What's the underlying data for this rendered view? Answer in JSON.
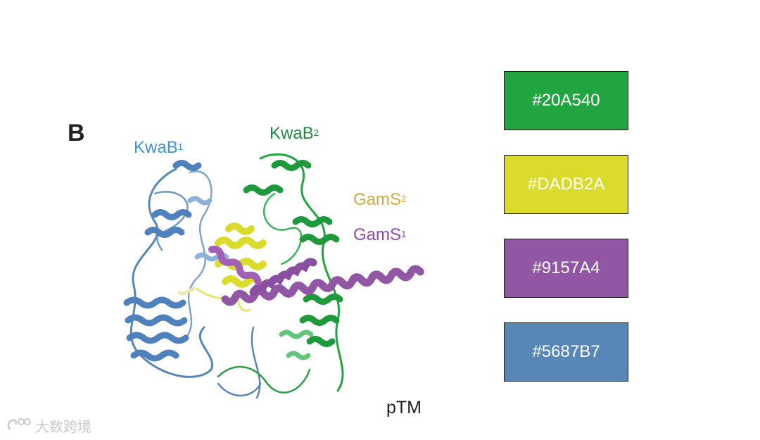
{
  "panel": {
    "letter": "B"
  },
  "chains": {
    "kwab1": {
      "name": "KwaB",
      "superscript": "1",
      "color": "#5687B7",
      "label_color": "#3d93d6"
    },
    "kwab2": {
      "name": "KwaB",
      "superscript": "2",
      "color": "#20A540",
      "label_color": "#1f8a3b"
    },
    "gams2": {
      "name": "GamS",
      "superscript": "2",
      "color": "#DADB2A",
      "label_color": "#d4a93a"
    },
    "gams1": {
      "name": "GamS",
      "superscript": "1",
      "color": "#9157A4",
      "label_color": "#9446b3"
    }
  },
  "ptm_label": "pTM",
  "watermark": {
    "text": "大数跨境"
  },
  "swatches": [
    {
      "hex": "#20A540",
      "color": "#20A540"
    },
    {
      "hex": "#DADB2A",
      "color": "#DADB2A"
    },
    {
      "hex": "#9157A4",
      "color": "#9157A4"
    },
    {
      "hex": "#5687B7",
      "color": "#5687B7"
    }
  ]
}
